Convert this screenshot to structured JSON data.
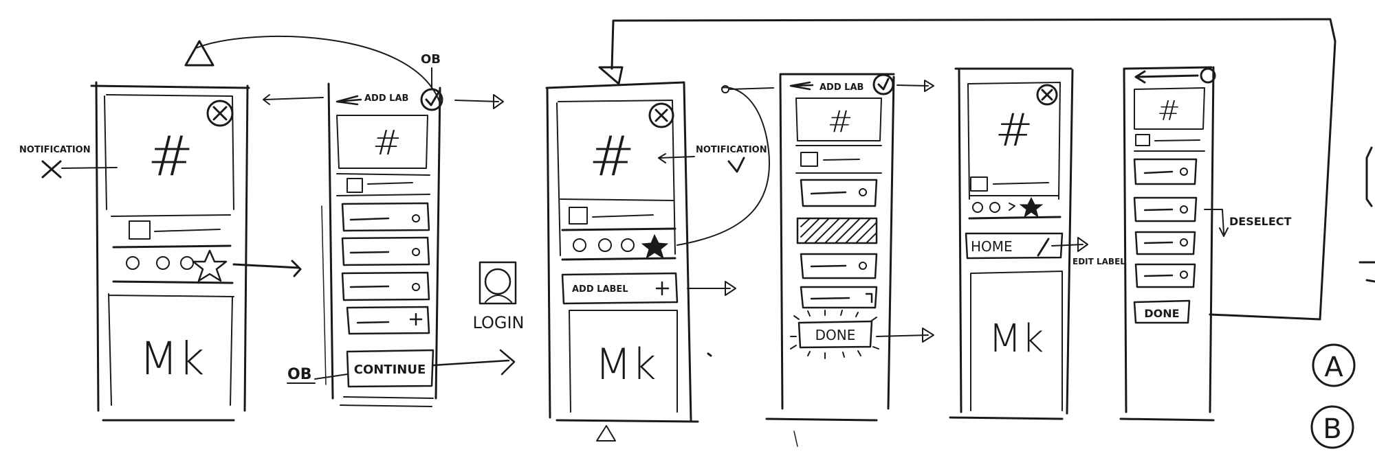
{
  "labels": {
    "notification_x": "NOTIFICATION",
    "notification_check": "NOTIFICATION",
    "add_lab_1": "ADD LAB",
    "add_lab_2": "ADD LAB",
    "ob_top": "OB",
    "ob_bottom": "OB",
    "login": "LOGIN",
    "continue": "CONTINUE",
    "add_label": "ADD LABEL",
    "done_1": "DONE",
    "done_2": "DONE",
    "home": "HOME",
    "edit_label": "EDIT LABEL",
    "deselect": "DESELECT",
    "mk_1": "Mk",
    "mk_2": "Mk",
    "mk_3": "Mk",
    "hash": "#",
    "option_a": "A",
    "option_b": "B"
  }
}
